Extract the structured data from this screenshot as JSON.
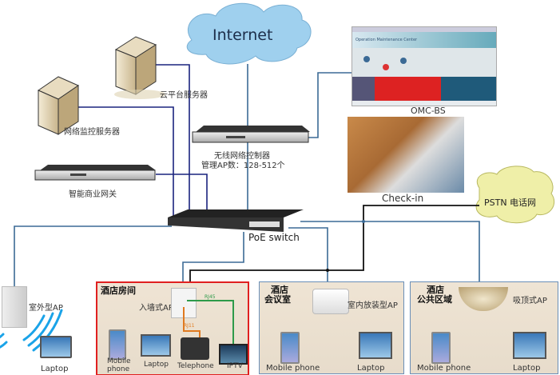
{
  "diagram": {
    "title": "Hotel WLAN network topology",
    "nodes": {
      "internet": {
        "label": "Internet"
      },
      "cloud_server": {
        "label": "云平台服务器"
      },
      "monitor_server": {
        "label": "网络监控服务器"
      },
      "gateway": {
        "label": "智能商业网关"
      },
      "controller": {
        "label": "无线网络控制器",
        "sublabel": "管理AP数：128-512个"
      },
      "omc": {
        "label": "OMC-BS",
        "screen_title": "Operation Maintenance Center"
      },
      "checkin": {
        "label": "Check-in"
      },
      "pstn": {
        "label": "PSTN 电话网"
      },
      "switch": {
        "label": "PoE switch"
      },
      "outdoor_ap": {
        "label": "室外型AP",
        "client": "Laptop"
      }
    },
    "zones": [
      {
        "title": "酒店房间",
        "ap_label": "入墙式AP",
        "links": {
          "rj45": "RJ45",
          "rj11": "RJ11"
        },
        "devices": [
          "Mobile phone",
          "Laptop",
          "Telephone",
          "IPTV"
        ]
      },
      {
        "title_line1": "酒店",
        "title_line2": "会议室",
        "ap_label": "室内放装型AP",
        "devices": [
          "Mobile phone",
          "Laptop"
        ]
      },
      {
        "title_line1": "酒店",
        "title_line2": "公共区域",
        "ap_label": "吸顶式AP",
        "devices": [
          "Mobile phone",
          "Laptop"
        ]
      }
    ],
    "colors": {
      "server_link": "#1a237e",
      "uplink": "#3b6a95",
      "phone_line": "#111111",
      "rj45": "#2e9a4a",
      "rj11": "#e07a20",
      "wifi": "#1aa3e8",
      "room_border": "#e02020",
      "zone_border": "#6a8fb8",
      "internet_cloud": "#9fd0ee",
      "pstn_cloud": "#efefa8"
    }
  }
}
